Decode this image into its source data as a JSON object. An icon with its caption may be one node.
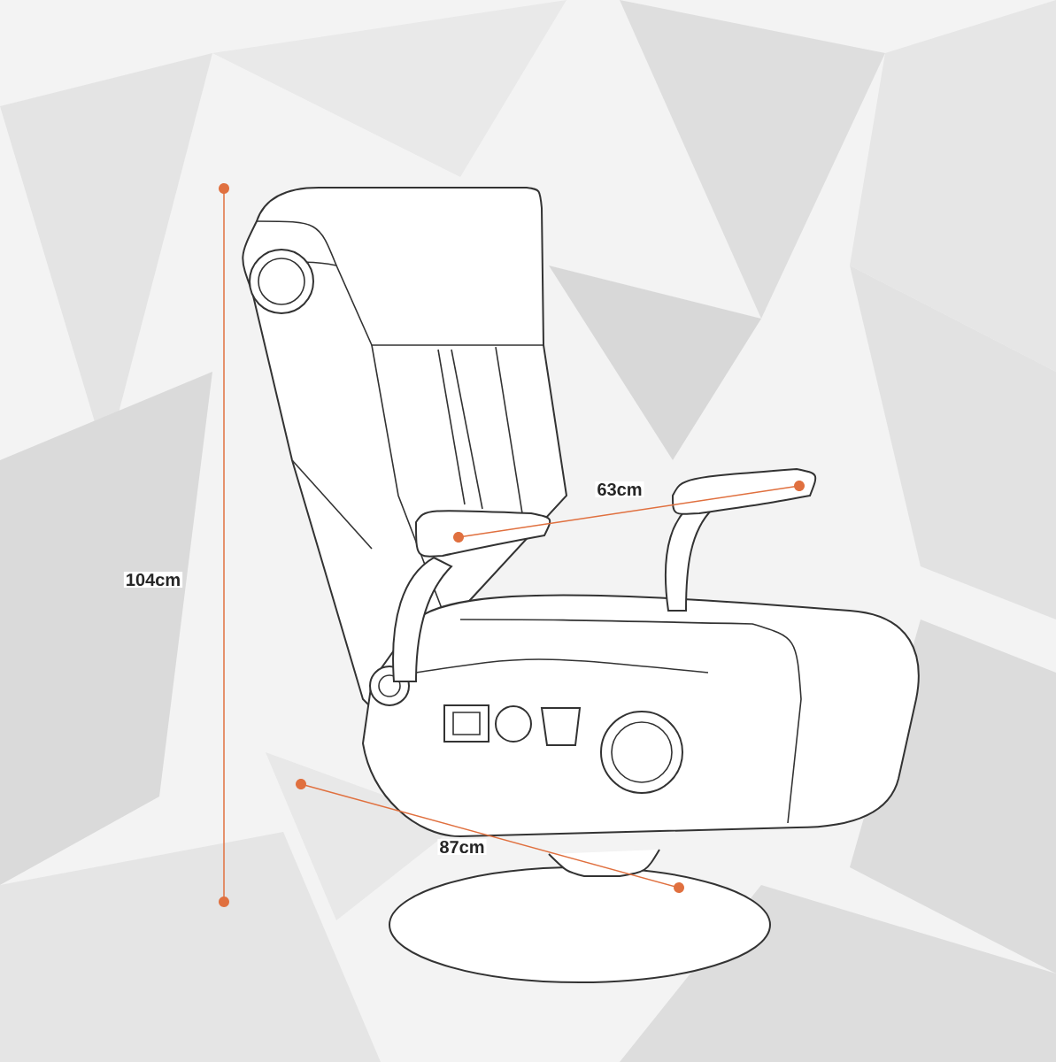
{
  "diagram": {
    "labels": [
      "104cm",
      "63cm",
      "87cm"
    ]
  }
}
